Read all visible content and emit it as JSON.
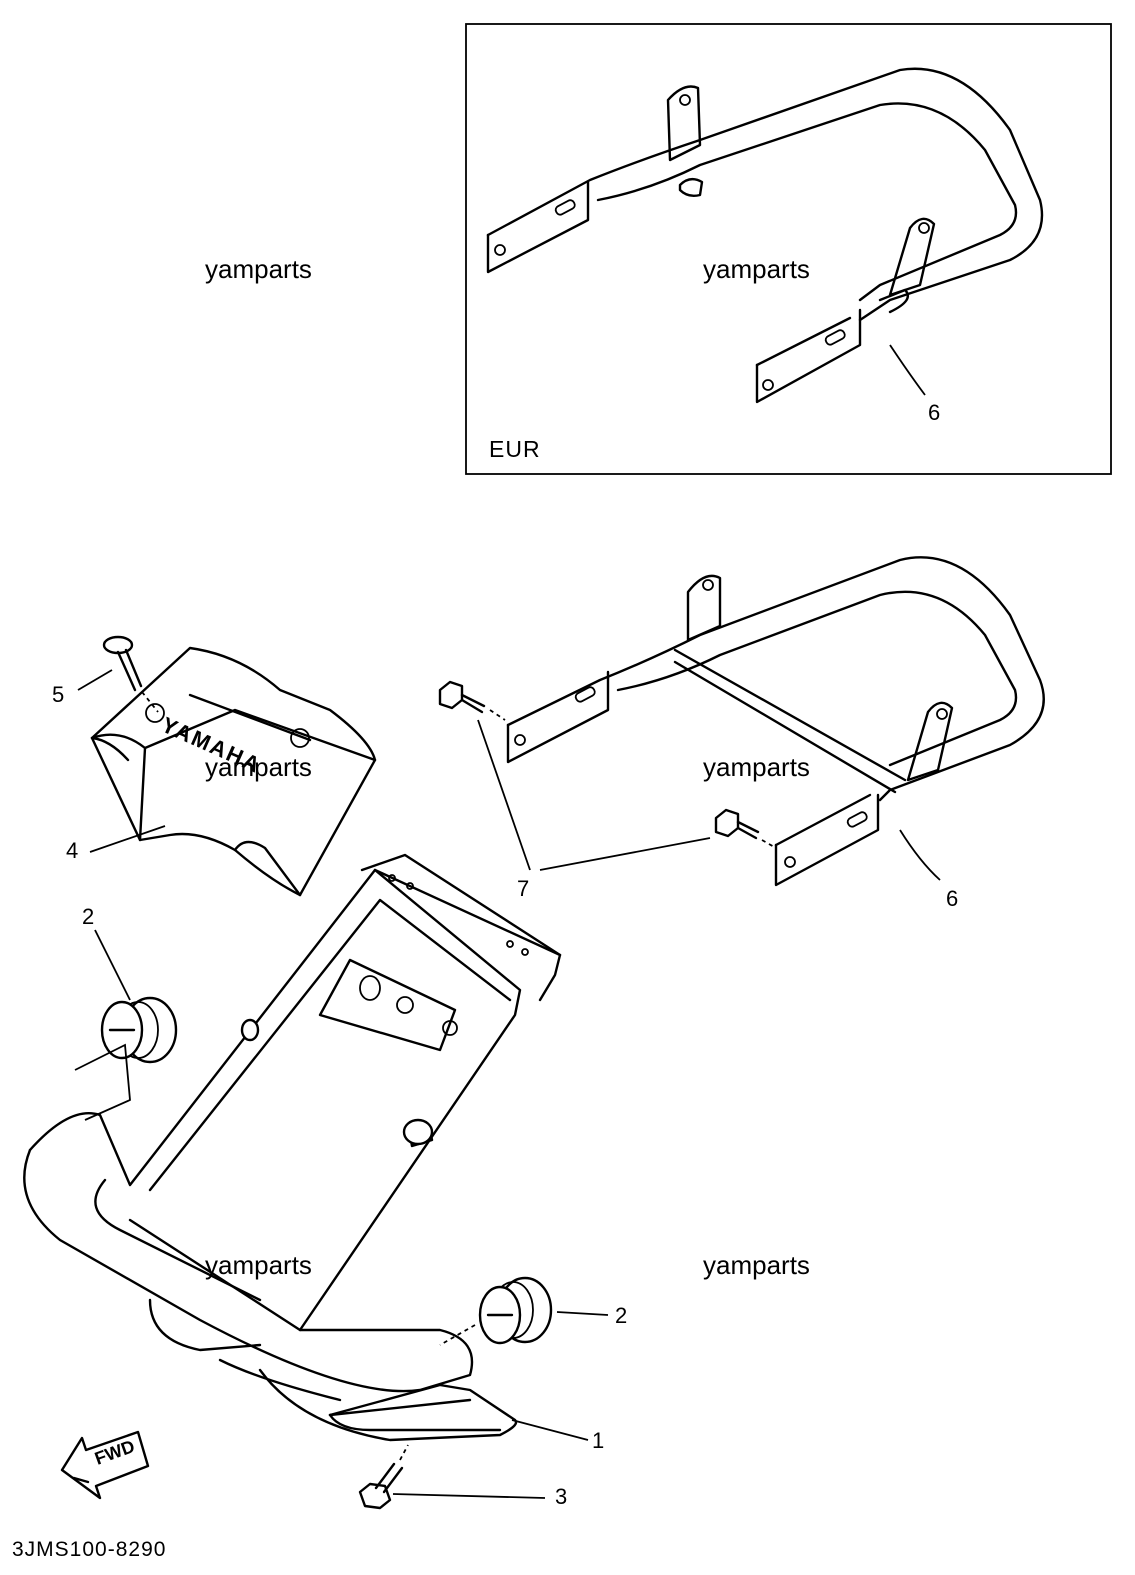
{
  "watermark": "yamparts",
  "inset": {
    "label": "EUR",
    "callout": "6"
  },
  "callouts": {
    "c1": "1",
    "c2a": "2",
    "c2b": "2",
    "c3": "3",
    "c4": "4",
    "c5": "5",
    "c6": "6",
    "c7": "7"
  },
  "cover_logo": "YAMAHA",
  "fwd_label": "FWD",
  "diagram_code": "3JMS100-8290"
}
